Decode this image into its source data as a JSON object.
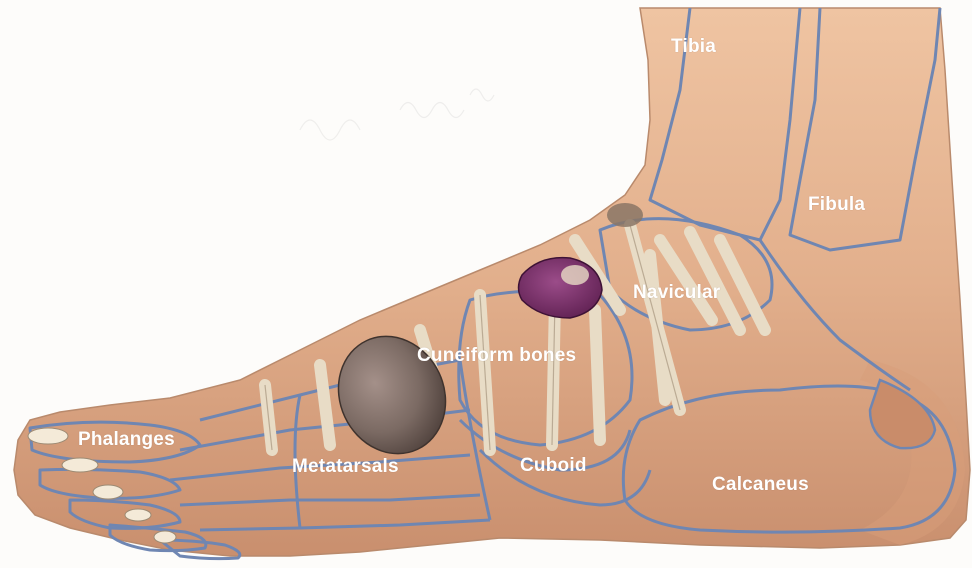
{
  "labels": {
    "tibia": "Tibia",
    "fibula": "Fibula",
    "navicular": "Navicular",
    "cuneiform": "Cuneiform bones",
    "phalanges": "Phalanges",
    "metatarsals": "Metatarsals",
    "cuboid": "Cuboid",
    "calcaneus": "Calcaneus"
  },
  "colors": {
    "skin": "#e2b08c",
    "outline": "#6f86b2",
    "bone": "#e8dcc6",
    "purple_mass": "#7a2f6b",
    "brown_mass": "#7b6a63",
    "label_text": "#ffffff"
  }
}
